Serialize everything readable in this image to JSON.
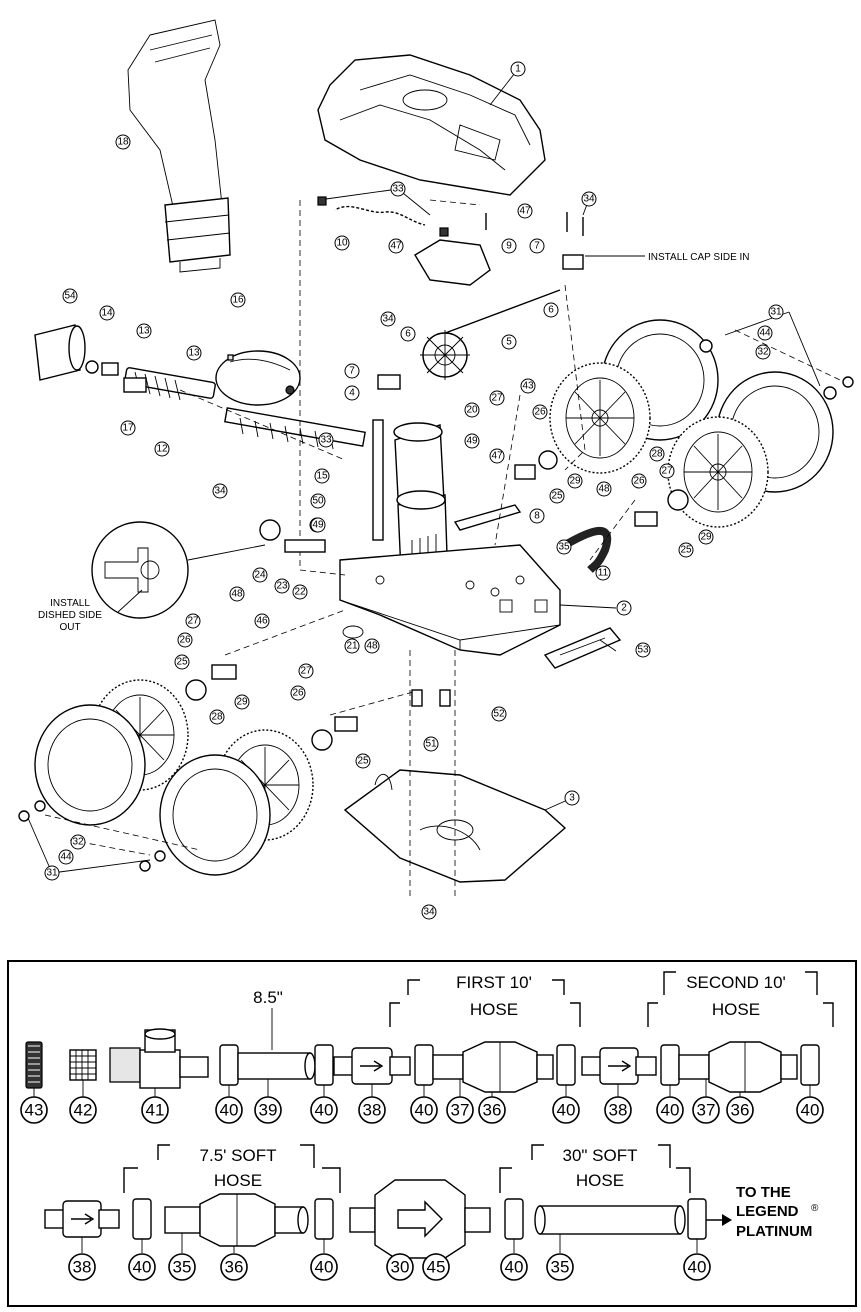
{
  "diagram": {
    "install_cap_note": "INSTALL CAP SIDE IN",
    "install_dished_note": [
      "INSTALL",
      "DISHED SIDE",
      "OUT"
    ],
    "callouts": [
      "1",
      "2",
      "3",
      "4",
      "5",
      "6",
      "7",
      "8",
      "9",
      "10",
      "11",
      "12",
      "13",
      "14",
      "15",
      "16",
      "17",
      "18",
      "20",
      "21",
      "22",
      "23",
      "24",
      "25",
      "26",
      "27",
      "28",
      "29",
      "31",
      "32",
      "33",
      "34",
      "35",
      "41",
      "43",
      "44",
      "46",
      "47",
      "48",
      "49",
      "50",
      "51",
      "52",
      "53",
      "54"
    ]
  },
  "hose_legend": {
    "dimension_label": "8.5\"",
    "first_hose": [
      "FIRST 10'",
      "HOSE"
    ],
    "second_hose": [
      "SECOND 10'",
      "HOSE"
    ],
    "soft_hose_75": [
      "7.5' SOFT",
      "HOSE"
    ],
    "soft_hose_30": [
      "30\" SOFT",
      "HOSE"
    ],
    "destination": [
      "TO THE",
      "LEGEND",
      "PLATINUM"
    ],
    "registered_mark": "®",
    "row1_parts": [
      "43",
      "42",
      "41",
      "40",
      "39",
      "40",
      "38",
      "40",
      "37",
      "36",
      "40",
      "38",
      "40",
      "37",
      "36",
      "40"
    ],
    "row2_parts": [
      "38",
      "40",
      "35",
      "36",
      "40",
      "30",
      "45",
      "40",
      "35",
      "40"
    ]
  }
}
